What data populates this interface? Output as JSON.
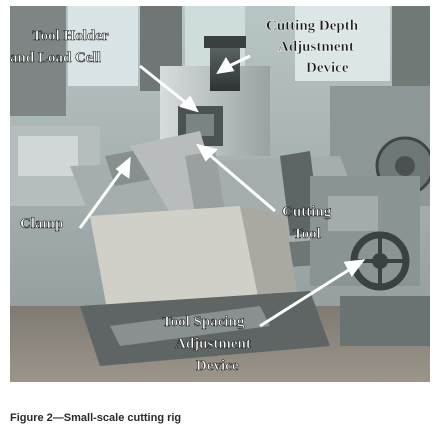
{
  "figure": {
    "caption": "Figure 2—Small-scale cutting rig",
    "labels": {
      "tool_holder_line1": "Tool Holder",
      "tool_holder_line2": "and Load Cell",
      "cutting_depth_line1": "Cutting Depth",
      "cutting_depth_line2": "Adjustment",
      "cutting_depth_line3": "Device",
      "clamp": "Clamp",
      "cutting_tool_line1": "Cutting",
      "cutting_tool_line2": "Tool",
      "tool_spacing_line1": "Tool Spacing",
      "tool_spacing_line2": "Adjustment",
      "tool_spacing_line3": "Device"
    }
  }
}
